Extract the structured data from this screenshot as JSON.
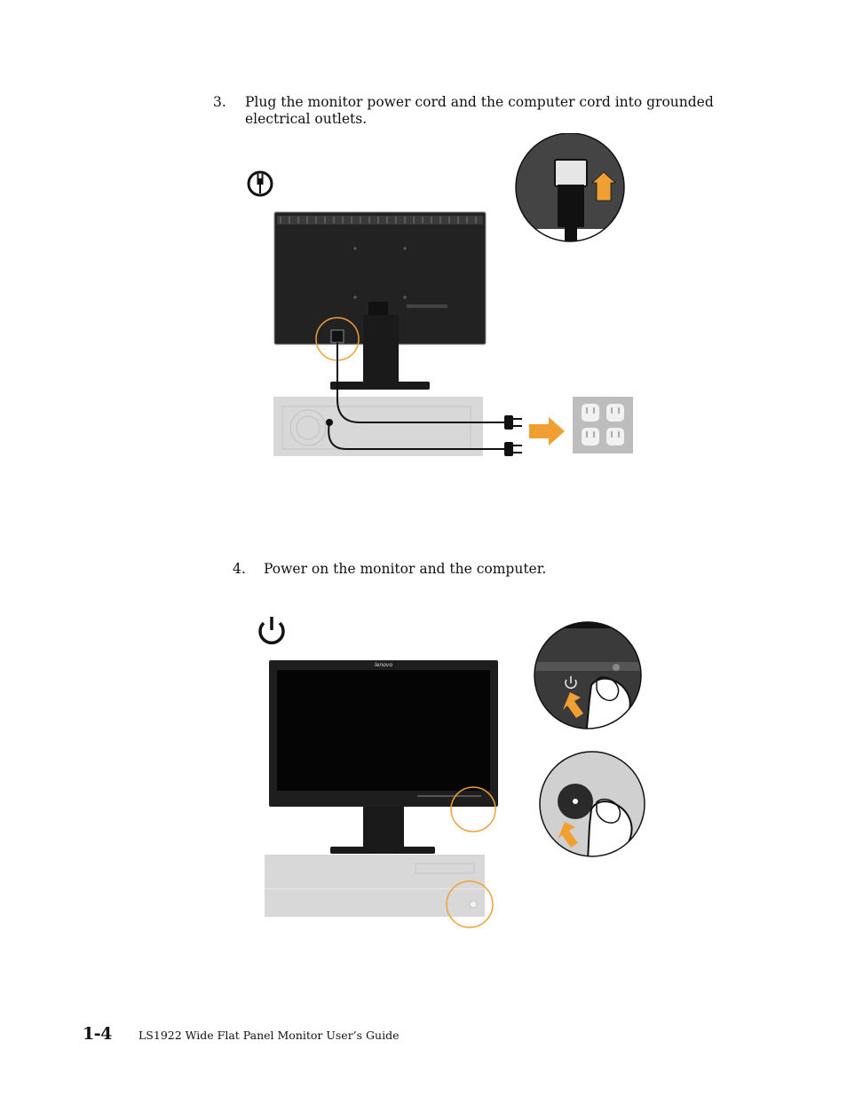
{
  "steps": [
    {
      "number": "3.",
      "text": "Plug the monitor power cord and the computer cord into grounded electrical outlets."
    },
    {
      "number": "4.",
      "text": "Power on the monitor and the computer."
    }
  ],
  "figure1": {
    "icon": "power-plug-icon"
  },
  "figure2": {
    "icon": "power-symbol-icon",
    "brand": "lenovo"
  },
  "footer": {
    "page_number": "1-4",
    "guide_title": "LS1922  Wide Flat Panel Monitor User’s Guide"
  },
  "colors": {
    "highlight_orange": "#f0a033",
    "monitor_black": "#1e1e1e",
    "pc_grey": "#d8d8d8"
  }
}
